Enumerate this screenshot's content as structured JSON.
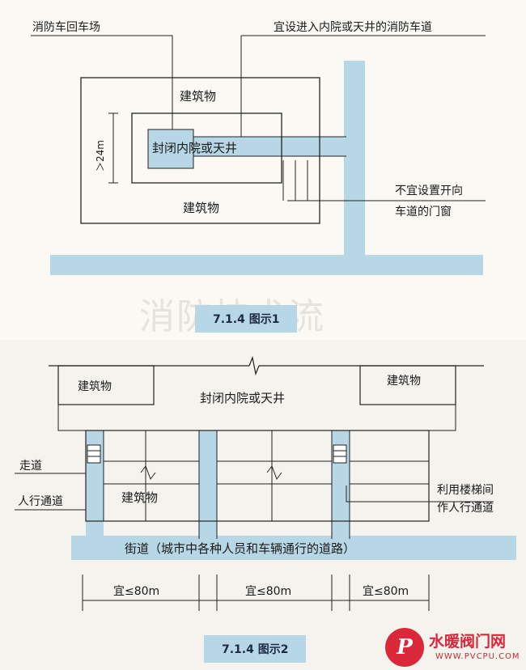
{
  "colors": {
    "road": "#b7d6e6",
    "line": "#222222",
    "caption_bg": "#b7d6e6",
    "logo": "#d8283a"
  },
  "figure1": {
    "caption": "7.1.4 图示1",
    "label_turnaround": "消防车回车场",
    "label_access_lane": "宜设进入内院或天井的消防车道",
    "label_building_top": "建筑物",
    "label_building_bottom": "建筑物",
    "label_courtyard": "封闭内院或天井",
    "label_dimension": "＞24m",
    "label_no_door_1": "不宜设置开向",
    "label_no_door_2": "车道的门窗"
  },
  "figure2": {
    "caption": "7.1.4 图示2",
    "label_building_left": "建筑物",
    "label_building_right": "建筑物",
    "label_courtyard": "封闭内院或天井",
    "label_corridor": "走道",
    "label_pedestrian": "人行通道",
    "label_building_center": "建筑物",
    "label_stair_1": "利用楼梯间",
    "label_stair_2": "作人行通道",
    "label_street": "街道（城市中各种人员和车辆通行的道路）",
    "spacing": [
      "宜≤80m",
      "宜≤80m",
      "宜≤80m"
    ]
  },
  "watermark": "消防技术流",
  "logo": {
    "mark": "P",
    "title": "水暖阀门网",
    "url": "WWW.PVCPU.COM"
  }
}
